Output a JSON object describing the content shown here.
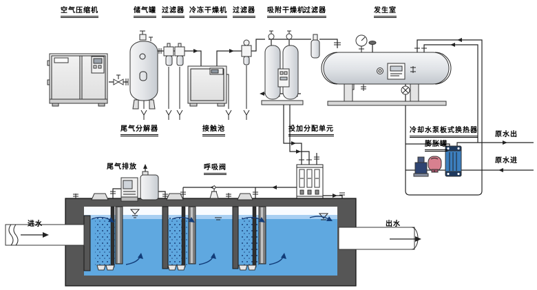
{
  "labels": {
    "air_compressor": "空气压缩机",
    "air_tank": "储气罐",
    "filter_1": "过滤器",
    "freeze_dryer": "冷冻干燥机",
    "filter_2": "过滤器",
    "adsorption_dryer": "吸附干燥机",
    "filter_3": "过滤器",
    "generator_room": "发生室",
    "tail_gas_decomposer": "尾气分解器",
    "contact_tank": "接触池",
    "dosing_unit": "投加分配单元",
    "cooling_pump": "冷却水泵",
    "plate_heat_exchanger": "板式换热器",
    "expansion_tank": "膨胀罐",
    "raw_water_out": "原水出",
    "raw_water_in": "原水进",
    "tail_gas_discharge": "尾气排放",
    "breathing_valve": "呼吸阀",
    "water_in": "进水",
    "water_out": "出水"
  },
  "colors": {
    "line": "#222222",
    "flow": "#123c78",
    "water": "#5fa8e0",
    "water_light": "#a8cff2",
    "wall": "#565656",
    "dots": "#1a3f7a",
    "pump": "#2e4472",
    "expansion_tank": "#d8808f",
    "heat_exchanger": "#3c7fbf",
    "hx_cap": "#1e3a5f"
  }
}
